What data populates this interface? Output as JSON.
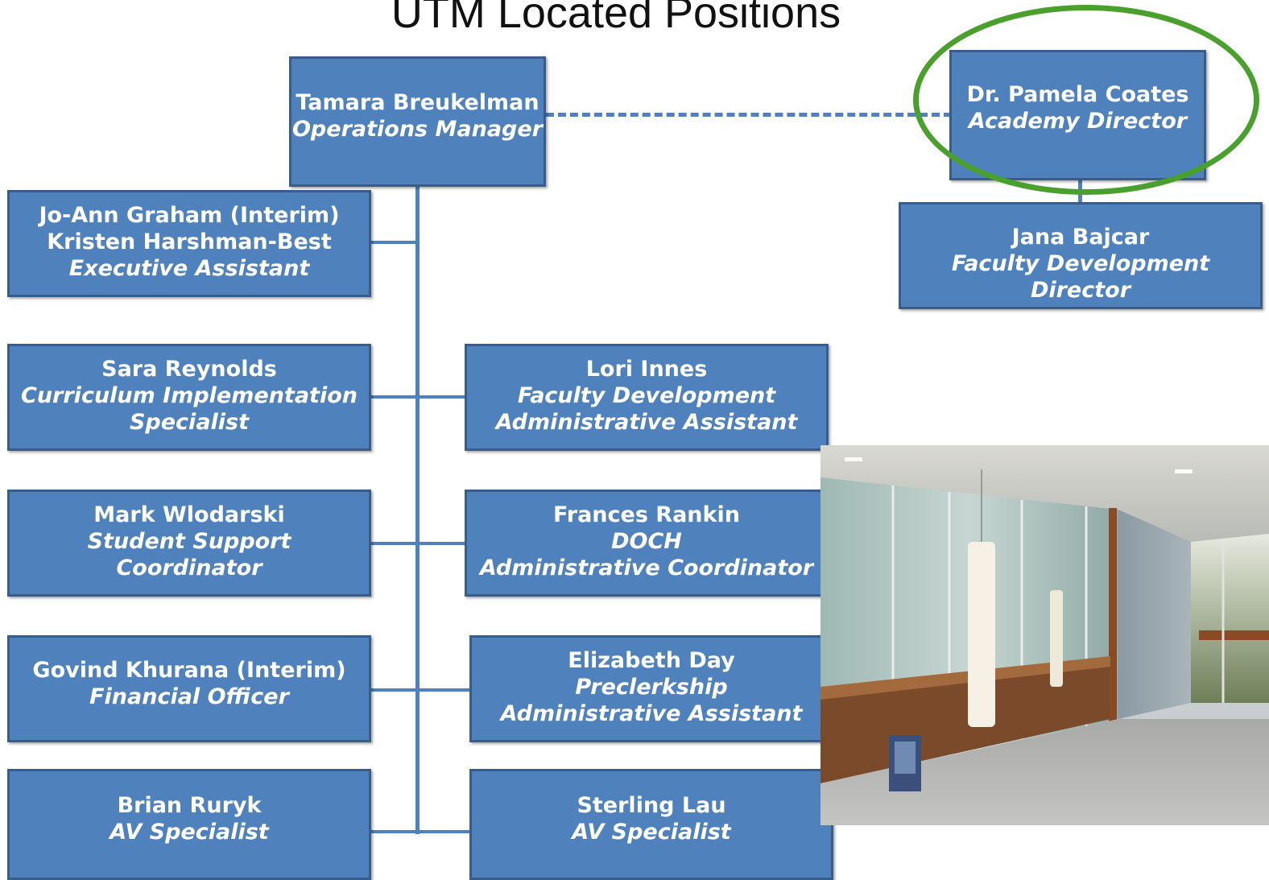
{
  "title": "UTM Located Positions",
  "ops": {
    "name": "Tamara Breukelman",
    "role": "Operations Manager"
  },
  "director": {
    "name": "Dr. Pamela Coates",
    "role": "Academy Director"
  },
  "fdd": {
    "name": "Jana Bajcar",
    "role": "Faculty Development Director"
  },
  "exec": {
    "name1": "Jo-Ann Graham (Interim)",
    "name2": "Kristen Harshman-Best",
    "role": "Executive Assistant"
  },
  "curr": {
    "name": "Sara Reynolds",
    "role1": "Curriculum Implementation",
    "role2": "Specialist"
  },
  "student": {
    "name": "Mark Wlodarski",
    "role1": "Student Support",
    "role2": "Coordinator"
  },
  "finance": {
    "name": "Govind Khurana (Interim)",
    "role": "Financial Officer"
  },
  "av1": {
    "name": "Brian Ruryk",
    "role": "AV Specialist"
  },
  "fdaa": {
    "name": "Lori Innes",
    "role1": "Faculty Development",
    "role2": "Administrative Assistant"
  },
  "doch": {
    "name": "Frances Rankin",
    "role1": "DOCH",
    "role2": "Administrative Coordinator"
  },
  "preclerk": {
    "name": "Elizabeth Day",
    "role1": "Preclerkship",
    "role2": "Administrative Assistant"
  },
  "av2": {
    "name": "Sterling Lau",
    "role": "AV Specialist"
  },
  "colors": {
    "box": "#4f81bd",
    "border": "#385d8a",
    "highlight": "#4aa02c"
  }
}
